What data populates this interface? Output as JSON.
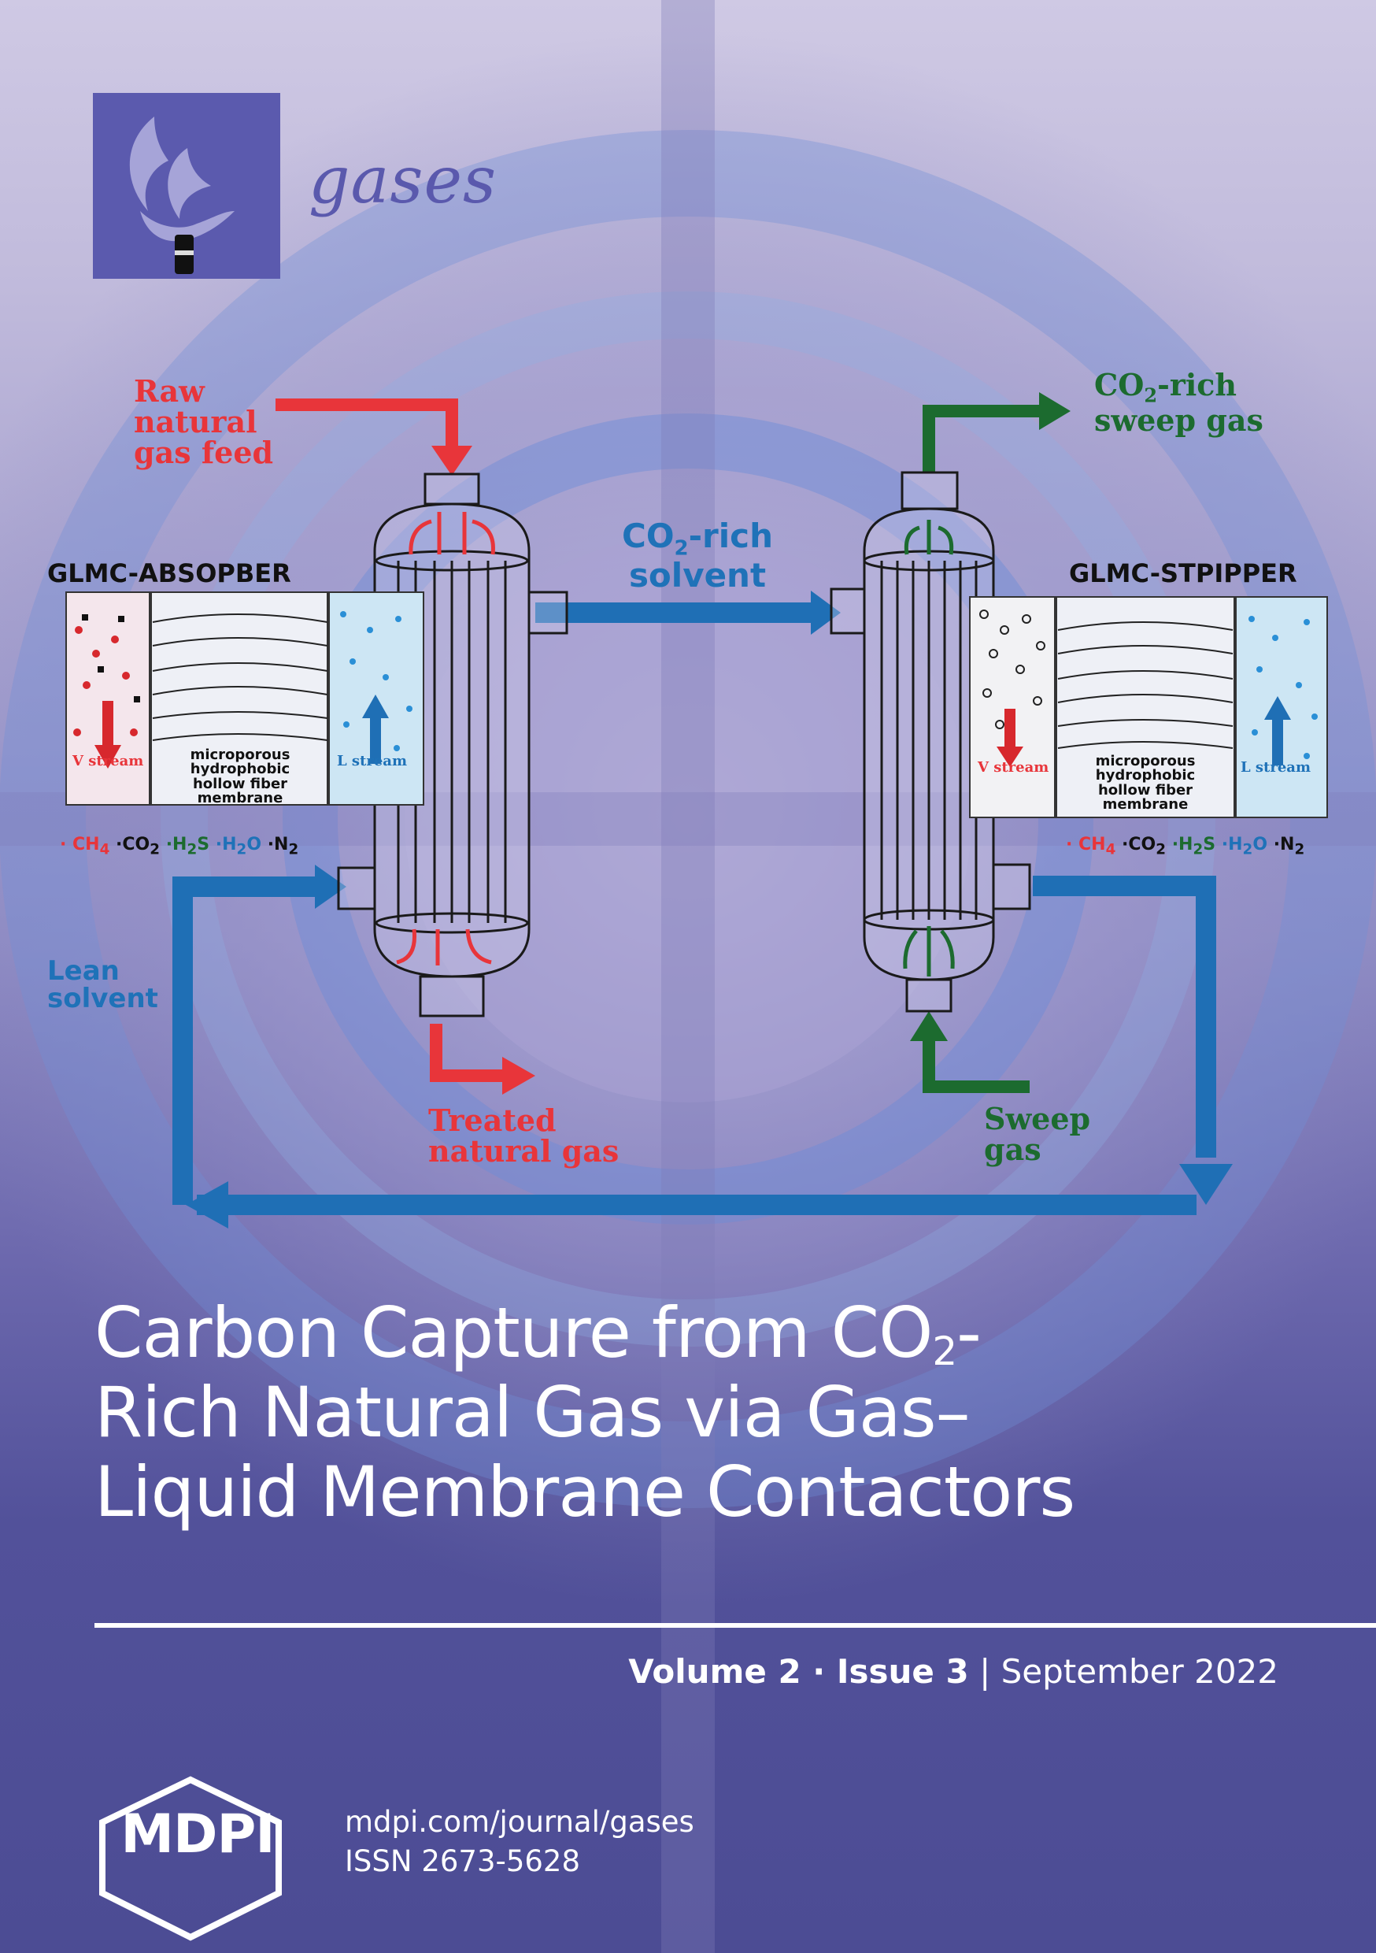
{
  "journal": {
    "name": "gases",
    "colors": {
      "logo_box": "#5b5aae",
      "title_text": "#ffffff",
      "background_bottom": "#4c4c94"
    },
    "logo_icon": "flame-icon"
  },
  "diagram": {
    "raw_feed": [
      "Raw",
      "natural",
      "gas feed"
    ],
    "co2_sweep": [
      "CO",
      "2",
      "-rich",
      "sweep gas"
    ],
    "co2_solvent": [
      "CO",
      "2",
      "-rich",
      "solvent"
    ],
    "absorber_title": "GLMC-ABSOPBER",
    "stripper_title": "GLMC-STPIPPER",
    "v_stream": "V stream",
    "l_stream": "L stream",
    "membrane": [
      "microporous",
      "hydrophobic",
      "hollow fiber",
      "membrane"
    ],
    "lean_solvent": [
      "Lean",
      "solvent"
    ],
    "treated_gas": [
      "Treated",
      "natural gas"
    ],
    "sweep_gas": [
      "Sweep",
      "gas"
    ],
    "legend": {
      "ch4": "CH",
      "ch4_sub": "4",
      "co2": "CO",
      "co2_sub": "2",
      "h2s": "H",
      "h2s_sub": "2",
      "h2s_end": "S",
      "h2o": "H",
      "h2o_sub": "2",
      "h2o_end": "O",
      "n2": "N",
      "n2_sub": "2"
    },
    "colors": {
      "red": "#e8353a",
      "green": "#1c6b2f",
      "blue": "#1f72b8"
    }
  },
  "article": {
    "title_1": "Carbon Capture from CO",
    "title_sub": "2",
    "title_2": "-",
    "title_3": "Rich Natural Gas via Gas–",
    "title_4": "Liquid Membrane Contactors"
  },
  "issue": {
    "volume": "Volume 2",
    "sep": " · ",
    "issue": "Issue 3",
    "divider": " | ",
    "date": "September 2022"
  },
  "publisher": {
    "name": "MDPI",
    "url": "mdpi.com/journal/gases",
    "issn": "ISSN 2673-5628",
    "logo_icon": "hexagon-icon"
  }
}
